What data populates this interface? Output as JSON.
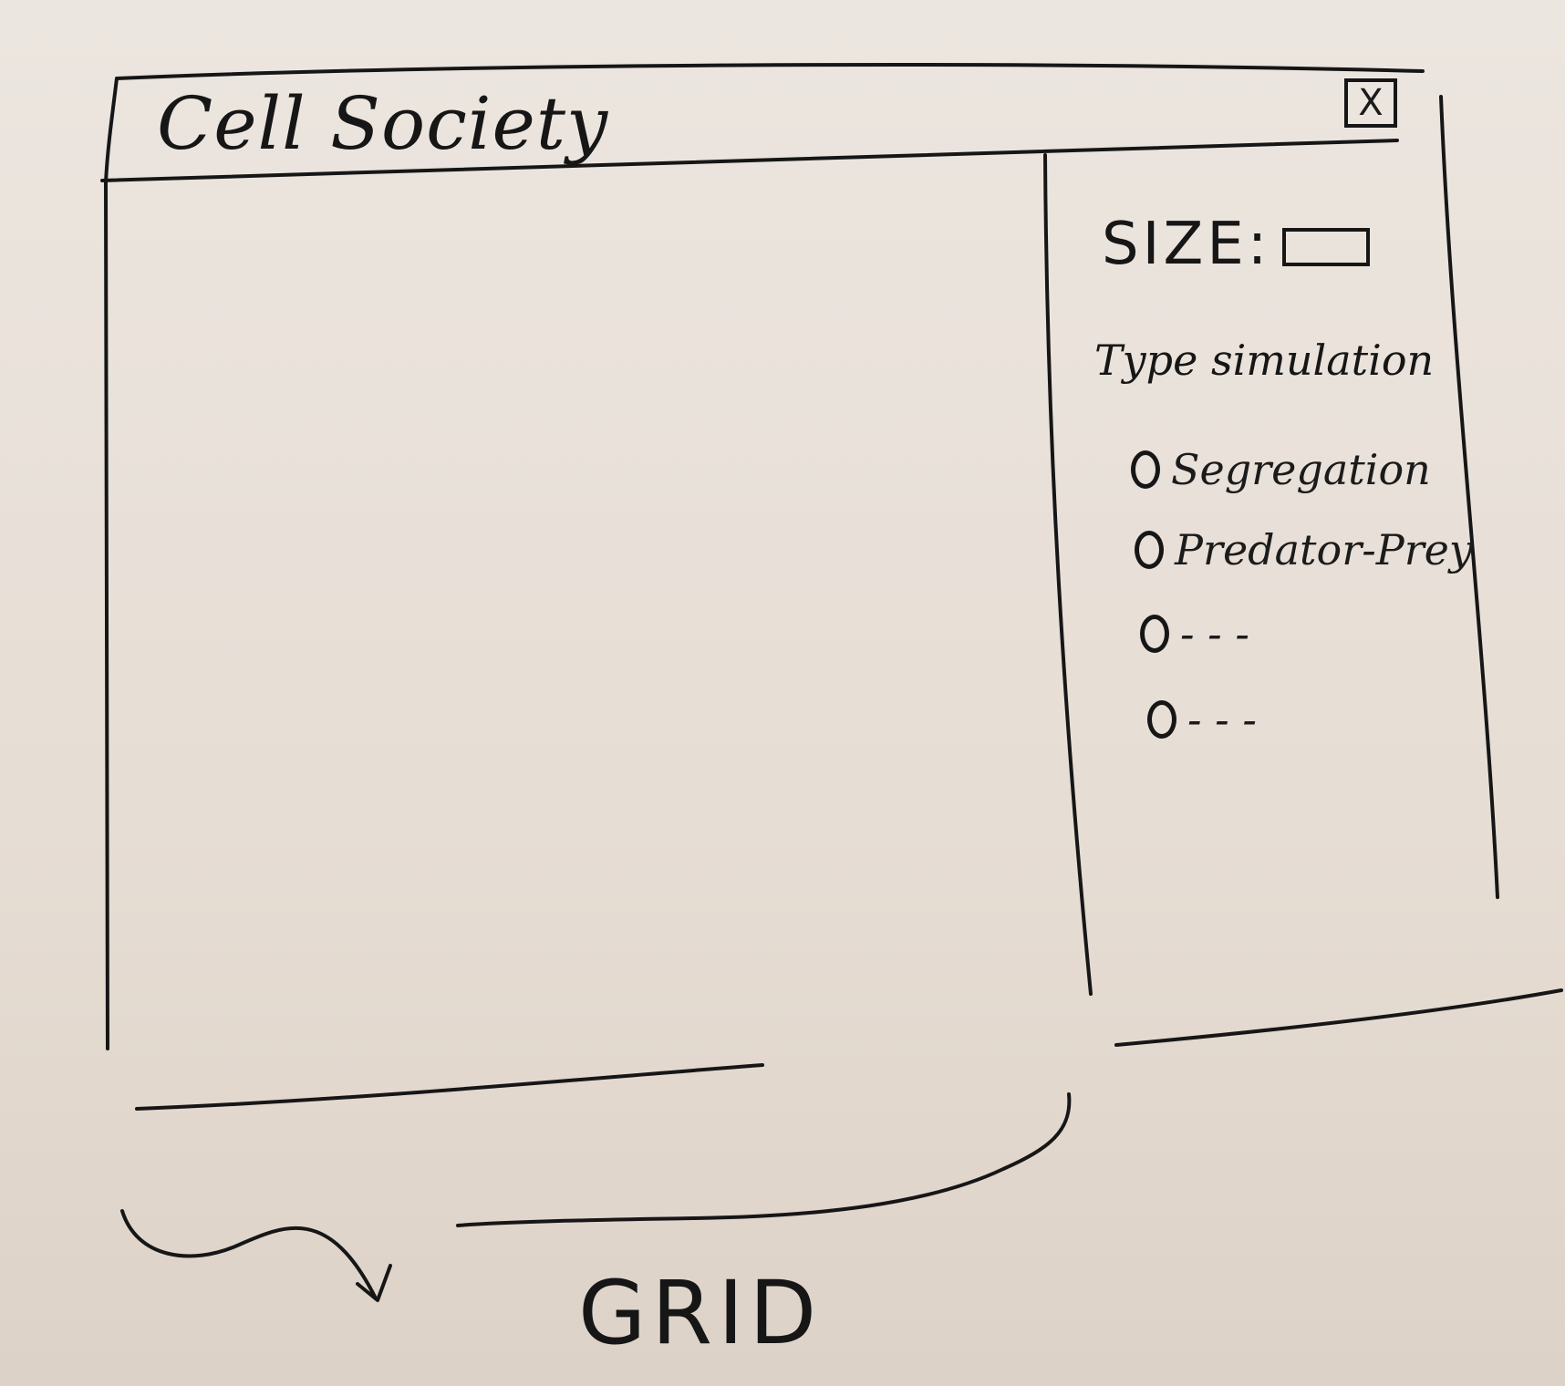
{
  "window": {
    "title": "Cell Society",
    "close_label": "X"
  },
  "controls": {
    "size_label": "SIZE:",
    "size_value": "",
    "type_label": "Type simulation",
    "options": [
      {
        "label": "Segregation"
      },
      {
        "label": "Predator-Prey"
      },
      {
        "label": "- - -"
      },
      {
        "label": "- - -"
      }
    ]
  },
  "annotation": {
    "grid_label": "GRID"
  }
}
